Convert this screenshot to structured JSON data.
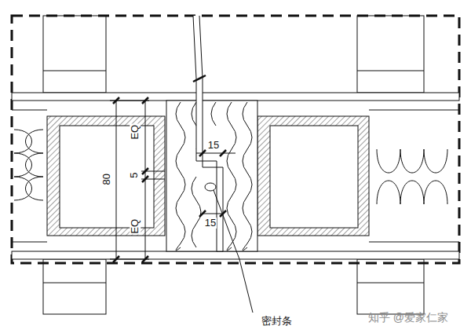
{
  "diagram": {
    "labels": [
      "80",
      "EQ",
      "5",
      "EQ",
      "15",
      "15",
      "密封条",
      "知乎 @爱家仁家"
    ]
  }
}
